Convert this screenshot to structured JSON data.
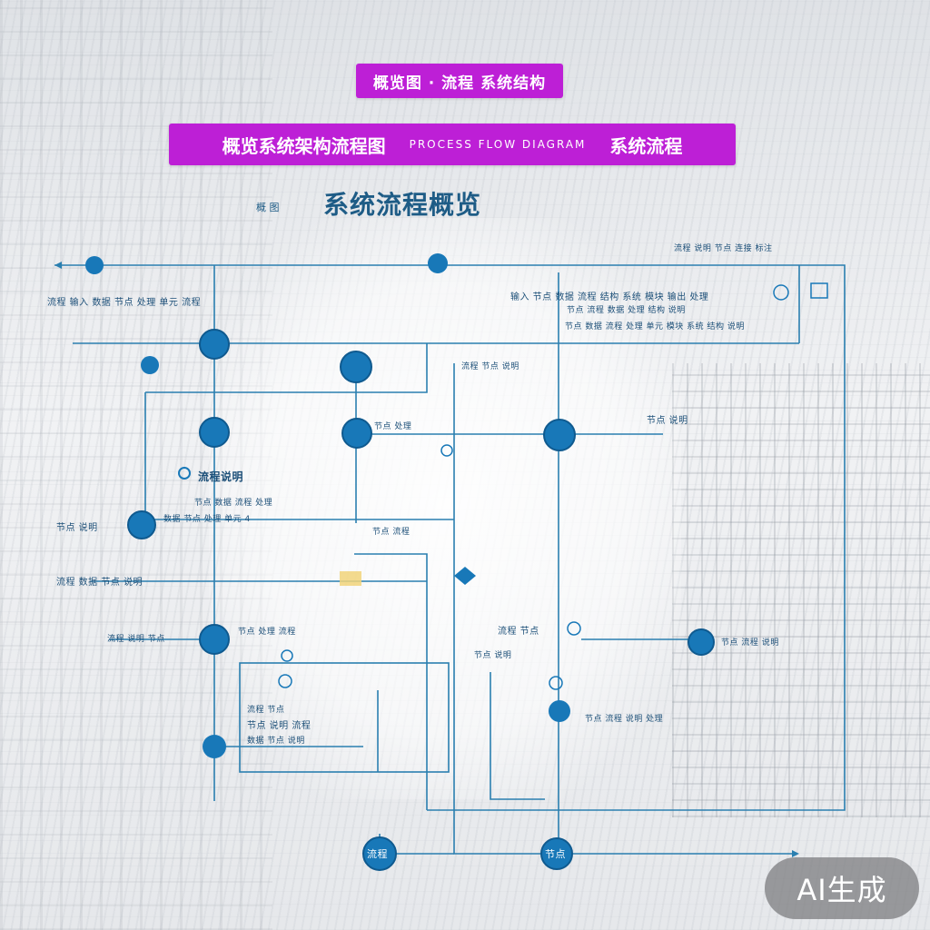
{
  "header": {
    "banner_top": "概览图 · 流程 系统结构",
    "banner_main": "概览系统架构流程图",
    "banner_main_sub": "PROCESS FLOW DIAGRAM",
    "banner_main_right": "系统流程",
    "title_prefix": "概 图",
    "title": "系统流程概览"
  },
  "labels": [
    {
      "id": "top-right-1",
      "text": "流程 说明 节点 连接 标注"
    },
    {
      "id": "left-row-1",
      "text": "流程 输入 数据 节点 处理 单元 流程"
    },
    {
      "id": "right-row-1",
      "text": "输入 节点 数据 流程 结构 系统 模块 输出 处理"
    },
    {
      "id": "right-row-2",
      "text": "节点 流程 数据 处理 结构 说明"
    },
    {
      "id": "right-row-3",
      "text": "节点 数据 流程 处理 单元 模块 系统 结构 说明"
    },
    {
      "id": "center-1",
      "text": "流程 节点 说明"
    },
    {
      "id": "center-2",
      "text": "节点 处理"
    },
    {
      "id": "mid-right",
      "text": "节点 说明"
    },
    {
      "id": "heading-left",
      "text": "流程说明"
    },
    {
      "id": "left-sub-1",
      "text": "节点 数据 流程 处理"
    },
    {
      "id": "left-sub-2",
      "text": "数据 节点 处理 单元 4"
    },
    {
      "id": "left-node-1",
      "text": "节点 说明"
    },
    {
      "id": "center-3",
      "text": "节点 流程"
    },
    {
      "id": "left-node-2",
      "text": "流程 数据 节点 说明"
    },
    {
      "id": "left-node-3",
      "text": "流程 说明 节点"
    },
    {
      "id": "center-4",
      "text": "节点 处理 流程"
    },
    {
      "id": "center-5",
      "text": "流程 节点"
    },
    {
      "id": "center-6",
      "text": "节点 说明"
    },
    {
      "id": "right-node-1",
      "text": "节点 流程 说明"
    },
    {
      "id": "box-1",
      "text": "流程 节点"
    },
    {
      "id": "box-2",
      "text": "节点 说明 流程"
    },
    {
      "id": "box-3",
      "text": "数据 节点 说明"
    },
    {
      "id": "right-node-2",
      "text": "节点 流程 说明 处理"
    },
    {
      "id": "node-bottom-left",
      "text": "流程"
    },
    {
      "id": "node-bottom-right",
      "text": "节点"
    }
  ],
  "badge": {
    "text": "AI生成"
  },
  "colors": {
    "accent": "#bd1fd6",
    "line": "#2a7fb0",
    "node": "#1878b8",
    "text": "#1c4f78"
  }
}
